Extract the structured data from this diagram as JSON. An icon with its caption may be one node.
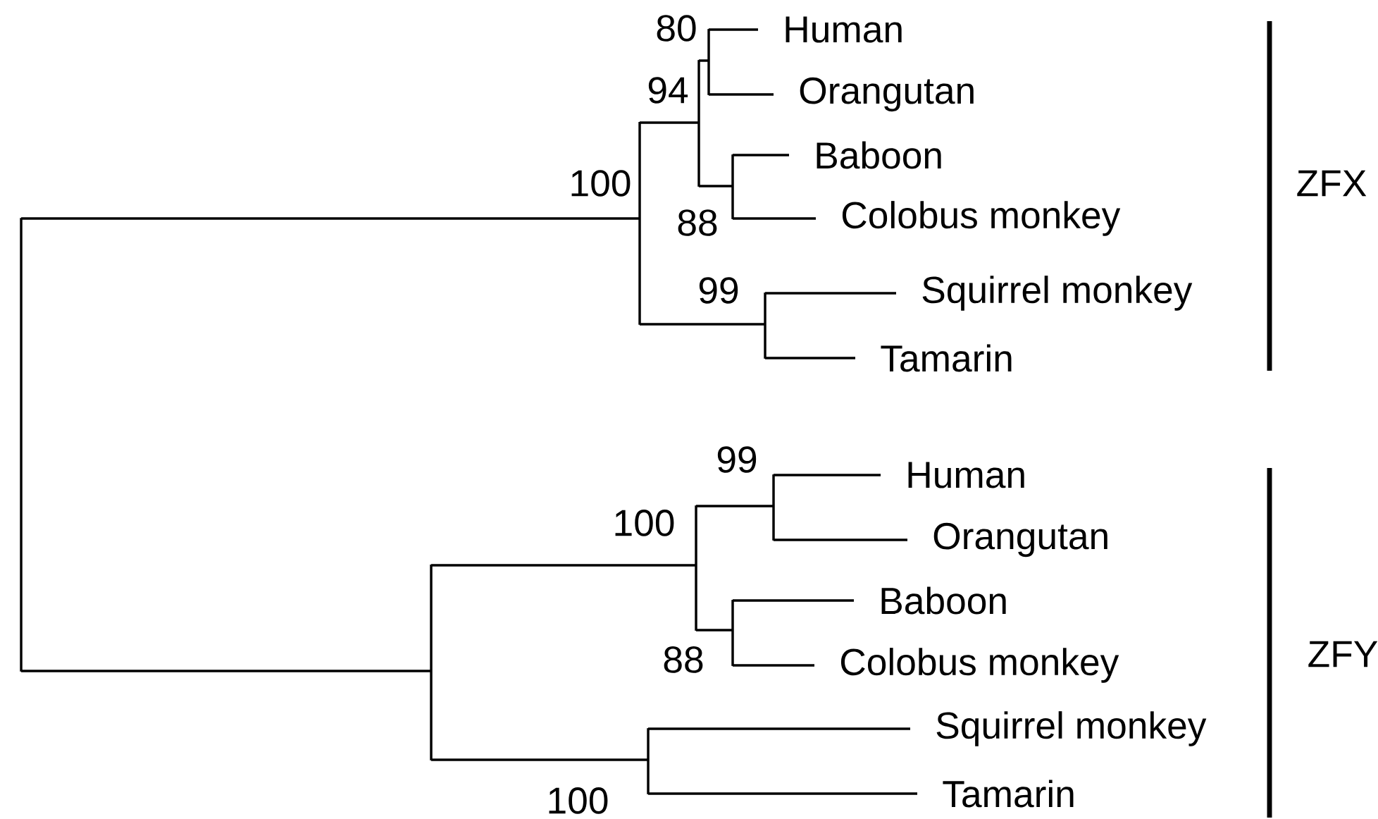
{
  "diagram": {
    "nodes": [
      {
        "text": [],
        "shape": "bar"
      },
      {
        "text": [],
        "shape": "bar",
        "beside": [
          "100"
        ]
      },
      {
        "text": [],
        "shape": "bar",
        "beside": [
          "94"
        ]
      },
      {
        "text": [],
        "shape": "bar",
        "beside": [
          "80"
        ]
      },
      {
        "text": [
          "Human"
        ]
      },
      {
        "text": [
          "Orangutan"
        ]
      },
      {
        "text": [],
        "shape": "bar",
        "beside": [
          "88"
        ]
      },
      {
        "text": [
          "Baboon"
        ]
      },
      {
        "text": [
          "Colobus monkey"
        ]
      },
      {
        "text": [],
        "shape": "bar",
        "beside": [
          "99"
        ]
      },
      {
        "text": [
          "Squirrel monkey"
        ]
      },
      {
        "text": [
          "Tamarin"
        ]
      },
      {
        "text": [],
        "shape": "bar"
      },
      {
        "text": [],
        "shape": "bar",
        "beside": [
          "100"
        ]
      },
      {
        "text": [],
        "shape": "bar",
        "beside": [
          "99"
        ]
      },
      {
        "text": [
          "Human"
        ]
      },
      {
        "text": [
          "Orangutan"
        ]
      },
      {
        "text": [],
        "shape": "bar",
        "beside": [
          "88"
        ]
      },
      {
        "text": [
          "Baboon"
        ]
      },
      {
        "text": [
          "Colobus monkey"
        ]
      },
      {
        "text": [],
        "shape": "bar",
        "beside": [
          "100"
        ]
      },
      {
        "text": [
          "Squirrel monkey"
        ]
      },
      {
        "text": [
          "Tamarin"
        ]
      }
    ],
    "edges": [
      {
        "from": 0,
        "to": 1,
        "arrow": "none"
      },
      {
        "from": 1,
        "to": 2,
        "arrow": "none"
      },
      {
        "from": 2,
        "to": 3,
        "arrow": "none"
      },
      {
        "from": 3,
        "to": 4,
        "arrow": "none"
      },
      {
        "from": 3,
        "to": 5,
        "arrow": "none"
      },
      {
        "from": 2,
        "to": 6,
        "arrow": "none"
      },
      {
        "from": 6,
        "to": 7,
        "arrow": "none"
      },
      {
        "from": 6,
        "to": 8,
        "arrow": "none"
      },
      {
        "from": 1,
        "to": 9,
        "arrow": "none"
      },
      {
        "from": 9,
        "to": 10,
        "arrow": "none"
      },
      {
        "from": 9,
        "to": 11,
        "arrow": "none"
      },
      {
        "from": 0,
        "to": 12,
        "arrow": "none"
      },
      {
        "from": 12,
        "to": 13,
        "arrow": "none"
      },
      {
        "from": 13,
        "to": 14,
        "arrow": "none"
      },
      {
        "from": 14,
        "to": 15,
        "arrow": "none"
      },
      {
        "from": 14,
        "to": 16,
        "arrow": "none"
      },
      {
        "from": 13,
        "to": 17,
        "arrow": "none"
      },
      {
        "from": 17,
        "to": 18,
        "arrow": "none"
      },
      {
        "from": 17,
        "to": 19,
        "arrow": "none"
      },
      {
        "from": 12,
        "to": 20,
        "arrow": "none"
      },
      {
        "from": 20,
        "to": 21,
        "arrow": "none"
      },
      {
        "from": 20,
        "to": 22,
        "arrow": "none"
      }
    ],
    "labels": [
      "ZFX",
      "ZFY"
    ]
  }
}
